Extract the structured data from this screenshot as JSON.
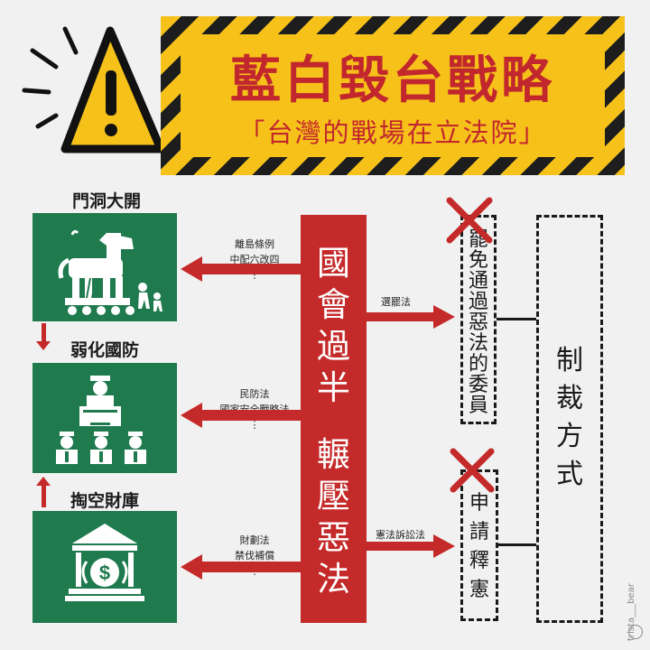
{
  "banner": {
    "title": "藍白毀台戰略",
    "subtitle": "「台灣的戰場在立法院」"
  },
  "left": {
    "box1_title": "門洞大開",
    "box2_title": "弱化國防",
    "box3_title": "掏空財庫"
  },
  "arrows": {
    "a1": [
      "離島條例",
      "中配六改四",
      "⋮"
    ],
    "a2": [
      "民防法",
      "國家安全戰略法",
      "⋮"
    ],
    "a3": [
      "財劃法",
      "禁伐補償",
      "⋮"
    ]
  },
  "center": {
    "chars_top": [
      "國",
      "會",
      "過",
      "半"
    ],
    "chars_bottom": [
      "輾",
      "壓",
      "惡",
      "法"
    ]
  },
  "right_arrows": {
    "top": "選罷法",
    "bottom": "憲法訴訟法"
  },
  "right": {
    "box_top_chars": [
      "罷",
      "免",
      "通",
      "過",
      "惡",
      "法",
      "的",
      "委",
      "員"
    ],
    "box_bottom_chars": [
      "申",
      "請",
      "釋",
      "憲"
    ],
    "box_far_chars": [
      "制",
      "裁",
      "方",
      "式"
    ]
  },
  "watermark": "trista___bear",
  "colors": {
    "green": "#1f7a4e",
    "red": "#c52a2a",
    "yellow": "#f6c21a"
  }
}
